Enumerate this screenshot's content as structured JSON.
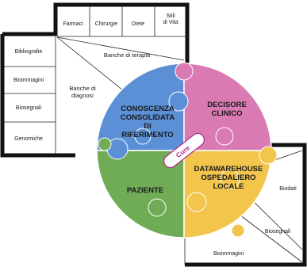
{
  "top_categories": [
    "Farmaci",
    "Chirurgie",
    "Diete",
    "Stili di Vita"
  ],
  "banche_terapia": "Banche di terapia",
  "left_categories": [
    "Bibliografie",
    "Bioimmagini",
    "Biosegnali",
    "Genomiche"
  ],
  "banche_diagnosi": "Banche di diagnosi",
  "quadrants": {
    "knowledge": "CONOSCENZA CONSOLIDATA DI RIFERIMENTO",
    "decisore": "DECISORE CLINICO",
    "paziente": "PAZIENTE",
    "datawarehouse": "DATAWAREHOUSE OSPEDALIERO LOCALE"
  },
  "cure": "Cure",
  "right_outputs": [
    "Biodati",
    "Biosegnali",
    "Bioimmagini"
  ],
  "colors": {
    "blue": "#5b8fd6",
    "pink": "#d97ab3",
    "green": "#6fac55",
    "yellow": "#f3c54d"
  }
}
